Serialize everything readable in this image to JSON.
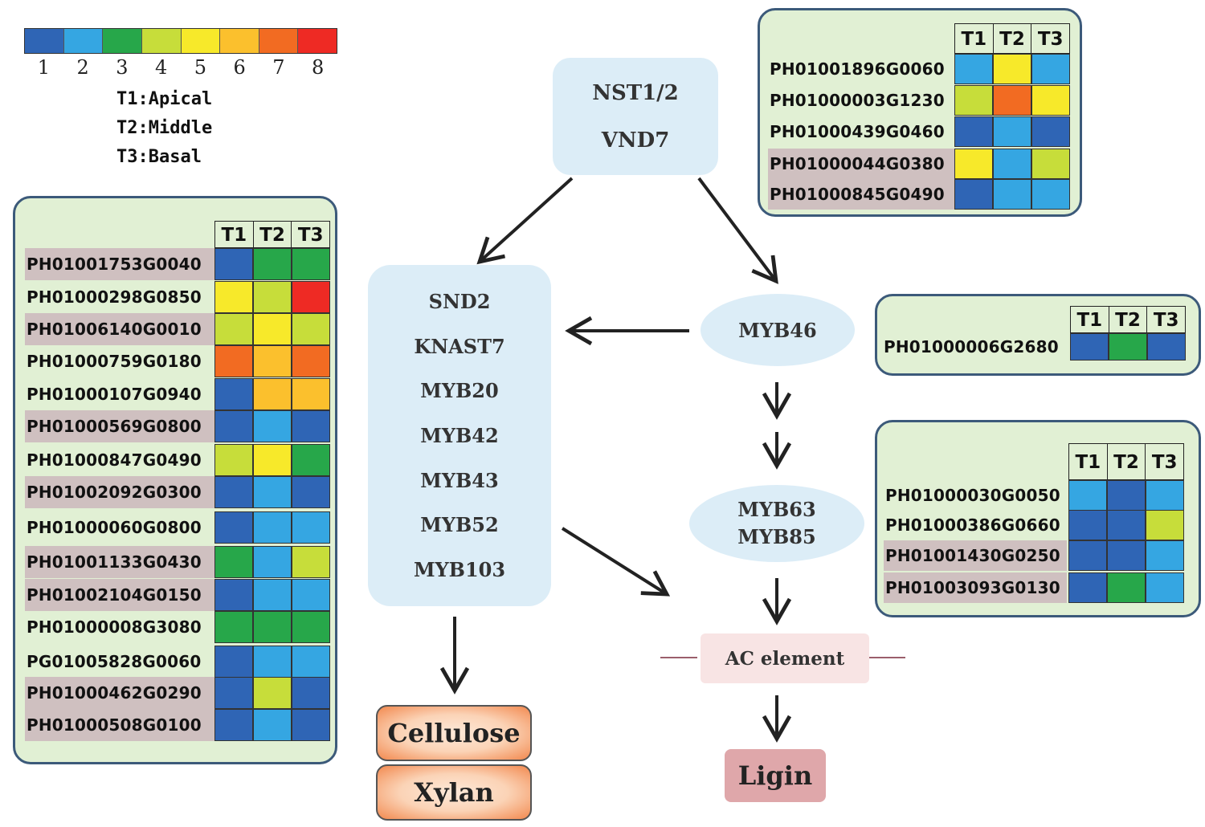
{
  "legend": {
    "colors": [
      "#2f65b5",
      "#35a6e2",
      "#27a74a",
      "#c7dd3a",
      "#f7e92a",
      "#fbc02d",
      "#f26b22",
      "#ee2a24"
    ],
    "numbers": [
      "1",
      "2",
      "3",
      "4",
      "5",
      "6",
      "7",
      "8"
    ],
    "tissues": [
      "T1:Apical",
      "T2:Middle",
      "T3:Basal"
    ]
  },
  "panels": [
    {
      "id": "left",
      "headers": [
        "T1",
        "T2",
        "T3"
      ],
      "rows": [
        {
          "gene": "PH01001753G0040",
          "levels": [
            1,
            3,
            3
          ]
        },
        {
          "gene": "PH01000298G0850",
          "levels": [
            5,
            4,
            8
          ]
        },
        {
          "gene": "PH01006140G0010",
          "levels": [
            4,
            5,
            4
          ]
        },
        {
          "gene": "PH01000759G0180",
          "levels": [
            7,
            6,
            7
          ]
        },
        {
          "gene": "PH01000107G0940",
          "levels": [
            1,
            6,
            6
          ]
        },
        {
          "gene": "PH01000569G0800",
          "levels": [
            1,
            2,
            1
          ]
        },
        {
          "gene": "PH01000847G0490",
          "levels": [
            4,
            5,
            3
          ]
        },
        {
          "gene": "PH01002092G0300",
          "levels": [
            1,
            2,
            1
          ]
        },
        {
          "gene": "PH01000060G0800",
          "levels": [
            1,
            2,
            2
          ]
        },
        {
          "gene": "PH01001133G0430",
          "levels": [
            3,
            2,
            4
          ]
        },
        {
          "gene": "PH01002104G0150",
          "levels": [
            1,
            2,
            2
          ]
        },
        {
          "gene": "PH01000008G3080",
          "levels": [
            3,
            3,
            3
          ]
        },
        {
          "gene": "PG01005828G0060",
          "levels": [
            1,
            2,
            2
          ]
        },
        {
          "gene": "PH01000462G0290",
          "levels": [
            1,
            4,
            1
          ]
        },
        {
          "gene": "PH01000508G0100",
          "levels": [
            1,
            2,
            1
          ]
        }
      ]
    },
    {
      "id": "top-right",
      "headers": [
        "T1",
        "T2",
        "T3"
      ],
      "rows": [
        {
          "gene": "PH01001896G0060",
          "levels": [
            2,
            5,
            2
          ]
        },
        {
          "gene": "PH01000003G1230",
          "levels": [
            4,
            7,
            5
          ]
        },
        {
          "gene": "PH01000439G0460",
          "levels": [
            1,
            2,
            1
          ]
        },
        {
          "gene": "PH01000044G0380",
          "levels": [
            5,
            2,
            4
          ]
        },
        {
          "gene": "PH01000845G0490",
          "levels": [
            1,
            2,
            2
          ]
        }
      ]
    },
    {
      "id": "mid-right",
      "headers": [
        "T1",
        "T2",
        "T3"
      ],
      "rows": [
        {
          "gene": "PH01000006G2680",
          "levels": [
            1,
            3,
            1
          ]
        }
      ]
    },
    {
      "id": "lower-right",
      "headers": [
        "T1",
        "T2",
        "T3"
      ],
      "rows": [
        {
          "gene": "PH01000030G0050",
          "levels": [
            2,
            1,
            2
          ]
        },
        {
          "gene": "PH01000386G0660",
          "levels": [
            1,
            1,
            4
          ]
        },
        {
          "gene": "PH01001430G0250",
          "levels": [
            1,
            1,
            2
          ]
        },
        {
          "gene": "PH01003093G0130",
          "levels": [
            1,
            3,
            2
          ]
        }
      ]
    }
  ],
  "nodes": {
    "nst": [
      "NST1/2",
      "VND7"
    ],
    "snd": [
      "SND2",
      "KNAST7",
      "MYB20",
      "MYB42",
      "MYB43",
      "MYB52",
      "MYB103"
    ],
    "myb46": "MYB46",
    "myb63": [
      "MYB63",
      "MYB85"
    ],
    "ac": "AC element",
    "ligin": "Ligin",
    "cellulose": "Cellulose",
    "xylan": "Xylan"
  }
}
